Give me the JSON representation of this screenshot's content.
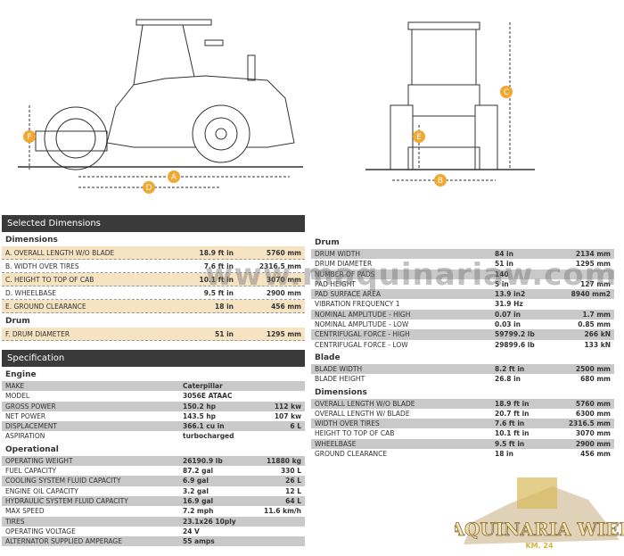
{
  "drawing": {
    "labels": [
      "A",
      "B",
      "C",
      "D",
      "E",
      "F"
    ]
  },
  "watermark": "www.maquinariaw.com",
  "logo": {
    "text": "MAQUINARIA WIEBE",
    "sub": "KM. 24"
  },
  "selected": {
    "title": "Selected Dimensions",
    "sections": [
      {
        "heading": "Dimensions",
        "rows": [
          {
            "label": "A. OVERALL LENGTH W/O BLADE",
            "v1": "18.9 ft in",
            "v2": "5760 mm"
          },
          {
            "label": "B. WIDTH OVER TIRES",
            "v1": "7.6 ft in",
            "v2": "2316.5 mm"
          },
          {
            "label": "C. HEIGHT TO TOP OF CAB",
            "v1": "10.1 ft in",
            "v2": "3070 mm"
          },
          {
            "label": "D. WHEELBASE",
            "v1": "9.5 ft in",
            "v2": "2900 mm"
          },
          {
            "label": "E. GROUND CLEARANCE",
            "v1": "18 in",
            "v2": "456 mm"
          }
        ]
      },
      {
        "heading": "Drum",
        "rows": [
          {
            "label": "F. DRUM DIAMETER",
            "v1": "51 in",
            "v2": "1295 mm"
          }
        ]
      }
    ]
  },
  "spec": {
    "title": "Specification",
    "sections": [
      {
        "heading": "Engine",
        "rows": [
          {
            "label": "MAKE",
            "v1": "Caterpillar",
            "v2": ""
          },
          {
            "label": "MODEL",
            "v1": "3056E ATAAC",
            "v2": ""
          },
          {
            "label": "GROSS POWER",
            "v1": "150.2 hp",
            "v2": "112 kw"
          },
          {
            "label": "NET POWER",
            "v1": "143.5 hp",
            "v2": "107 kw"
          },
          {
            "label": "DISPLACEMENT",
            "v1": "366.1 cu in",
            "v2": "6 L"
          },
          {
            "label": "ASPIRATION",
            "v1": "turbocharged",
            "v2": ""
          }
        ]
      },
      {
        "heading": "Operational",
        "rows": [
          {
            "label": "OPERATING WEIGHT",
            "v1": "26190.9 lb",
            "v2": "11880 kg"
          },
          {
            "label": "FUEL CAPACITY",
            "v1": "87.2 gal",
            "v2": "330 L"
          },
          {
            "label": "COOLING SYSTEM FLUID CAPACITY",
            "v1": "6.9 gal",
            "v2": "26 L"
          },
          {
            "label": "ENGINE OIL CAPACITY",
            "v1": "3.2 gal",
            "v2": "12 L"
          },
          {
            "label": "HYDRAULIC SYSTEM FLUID CAPACITY",
            "v1": "16.9 gal",
            "v2": "64 L"
          },
          {
            "label": "MAX SPEED",
            "v1": "7.2 mph",
            "v2": "11.6 km/h"
          },
          {
            "label": "TIRES",
            "v1": "23.1x26 10ply",
            "v2": ""
          },
          {
            "label": "OPERATING VOLTAGE",
            "v1": "24 V",
            "v2": ""
          },
          {
            "label": "ALTERNATOR SUPPLIED AMPERAGE",
            "v1": "55 amps",
            "v2": ""
          }
        ]
      }
    ]
  },
  "right": {
    "sections": [
      {
        "heading": "Drum",
        "rows": [
          {
            "label": "DRUM WIDTH",
            "v1": "84 in",
            "v2": "2134 mm"
          },
          {
            "label": "DRUM DIAMETER",
            "v1": "51 in",
            "v2": "1295 mm"
          },
          {
            "label": "NUMBER OF PADS",
            "v1": "140",
            "v2": ""
          },
          {
            "label": "PAD HEIGHT",
            "v1": "5 in",
            "v2": "127 mm"
          },
          {
            "label": "PAD SURFACE AREA",
            "v1": "13.9 in2",
            "v2": "8940 mm2"
          },
          {
            "label": "VIBRATION FREQUENCY 1",
            "v1": "31.9 Hz",
            "v2": ""
          },
          {
            "label": "NOMINAL AMPLITUDE - HIGH",
            "v1": "0.07 in",
            "v2": "1.7 mm"
          },
          {
            "label": "NOMINAL AMPLITUDE - LOW",
            "v1": "0.03 in",
            "v2": "0.85 mm"
          },
          {
            "label": "CENTRIFUGAL FORCE - HIGH",
            "v1": "59799.2 lb",
            "v2": "266 kN"
          },
          {
            "label": "CENTRIFUGAL FORCE - LOW",
            "v1": "29899.6 lb",
            "v2": "133 kN"
          }
        ]
      },
      {
        "heading": "Blade",
        "rows": [
          {
            "label": "BLADE WIDTH",
            "v1": "8.2 ft in",
            "v2": "2500 mm"
          },
          {
            "label": "BLADE HEIGHT",
            "v1": "26.8 in",
            "v2": "680 mm"
          }
        ]
      },
      {
        "heading": "Dimensions",
        "rows": [
          {
            "label": "OVERALL LENGTH W/O BLADE",
            "v1": "18.9 ft in",
            "v2": "5760 mm"
          },
          {
            "label": "OVERALL LENGTH W/ BLADE",
            "v1": "20.7 ft in",
            "v2": "6300 mm"
          },
          {
            "label": "WIDTH OVER TIRES",
            "v1": "7.6 ft in",
            "v2": "2316.5 mm"
          },
          {
            "label": "HEIGHT TO TOP OF CAB",
            "v1": "10.1 ft in",
            "v2": "3070 mm"
          },
          {
            "label": "WHEELBASE",
            "v1": "9.5 ft in",
            "v2": "2900 mm"
          },
          {
            "label": "GROUND CLEARANCE",
            "v1": "18 in",
            "v2": "456 mm"
          }
        ]
      }
    ]
  }
}
